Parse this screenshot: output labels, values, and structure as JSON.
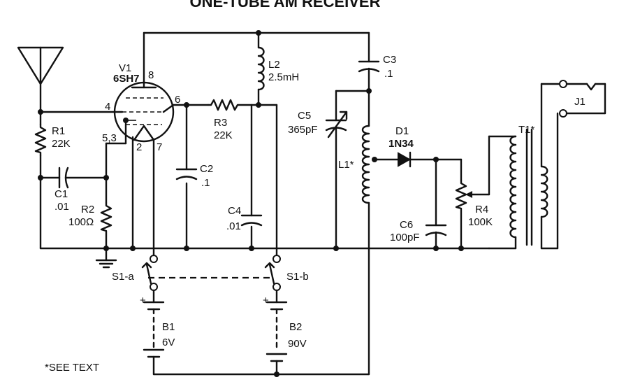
{
  "title": "ONE-TUBE AM RECEIVER",
  "note": "*SEE TEXT",
  "components": {
    "v1": {
      "ref": "V1",
      "value": "6SH7",
      "pins": {
        "p8": "8",
        "p4": "4",
        "p6": "6",
        "p53": "5,3",
        "p2": "2",
        "p7": "7"
      }
    },
    "r1": {
      "ref": "R1",
      "value": "22K"
    },
    "r2": {
      "ref": "R2",
      "value": "100Ω"
    },
    "r3": {
      "ref": "R3",
      "value": "22K"
    },
    "r4": {
      "ref": "R4",
      "value": "100K"
    },
    "c1": {
      "ref": "C1",
      "value": ".01"
    },
    "c2": {
      "ref": "C2",
      "value": ".1"
    },
    "c3": {
      "ref": "C3",
      "value": ".1"
    },
    "c4": {
      "ref": "C4",
      "value": ".01"
    },
    "c5": {
      "ref": "C5",
      "value": "365pF"
    },
    "c6": {
      "ref": "C6",
      "value": "100pF"
    },
    "l1": {
      "ref": "L1*"
    },
    "l2": {
      "ref": "L2",
      "value": "2.5mH"
    },
    "d1": {
      "ref": "D1",
      "value": "1N34"
    },
    "t1": {
      "ref": "T1*"
    },
    "j1": {
      "ref": "J1"
    },
    "s1a": {
      "ref": "S1-a"
    },
    "s1b": {
      "ref": "S1-b"
    },
    "b1": {
      "ref": "B1",
      "value": "6V"
    },
    "b2": {
      "ref": "B2",
      "value": "90V"
    },
    "plus": "+"
  }
}
